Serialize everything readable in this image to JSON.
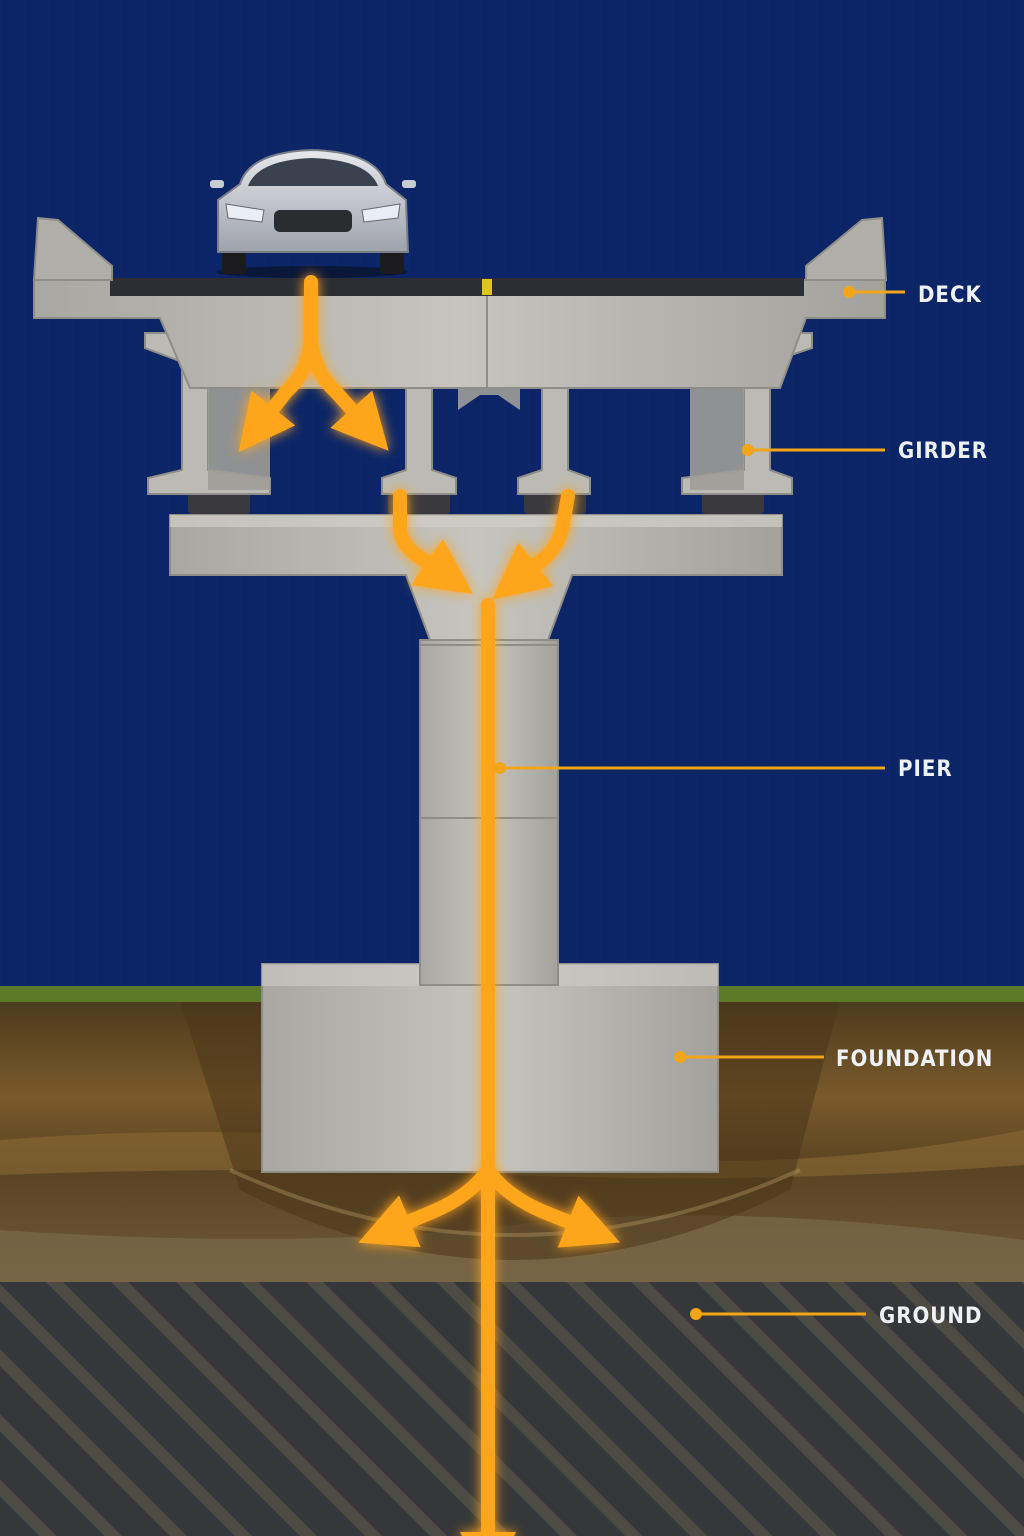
{
  "diagram": {
    "subject": "Bridge load path from vehicle through deck, girders, pier and foundation into the ground",
    "labels": {
      "deck": "DECK",
      "girder": "GIRDER",
      "pier": "PIER",
      "foundation": "FOUNDATION",
      "ground": "GROUND"
    },
    "colors": {
      "sky": "#0b2567",
      "concrete": "#b9b7b1",
      "concrete_dark": "#8f8d88",
      "asphalt": "#2c2e33",
      "load_arrow": "#ffa51f",
      "leader_line": "#f2a516",
      "grass": "#5c7a2a",
      "soil": "#6b4e26",
      "bedrock": "#3a3a36"
    },
    "icons": [
      "car-icon",
      "load-arrow-icon"
    ]
  }
}
